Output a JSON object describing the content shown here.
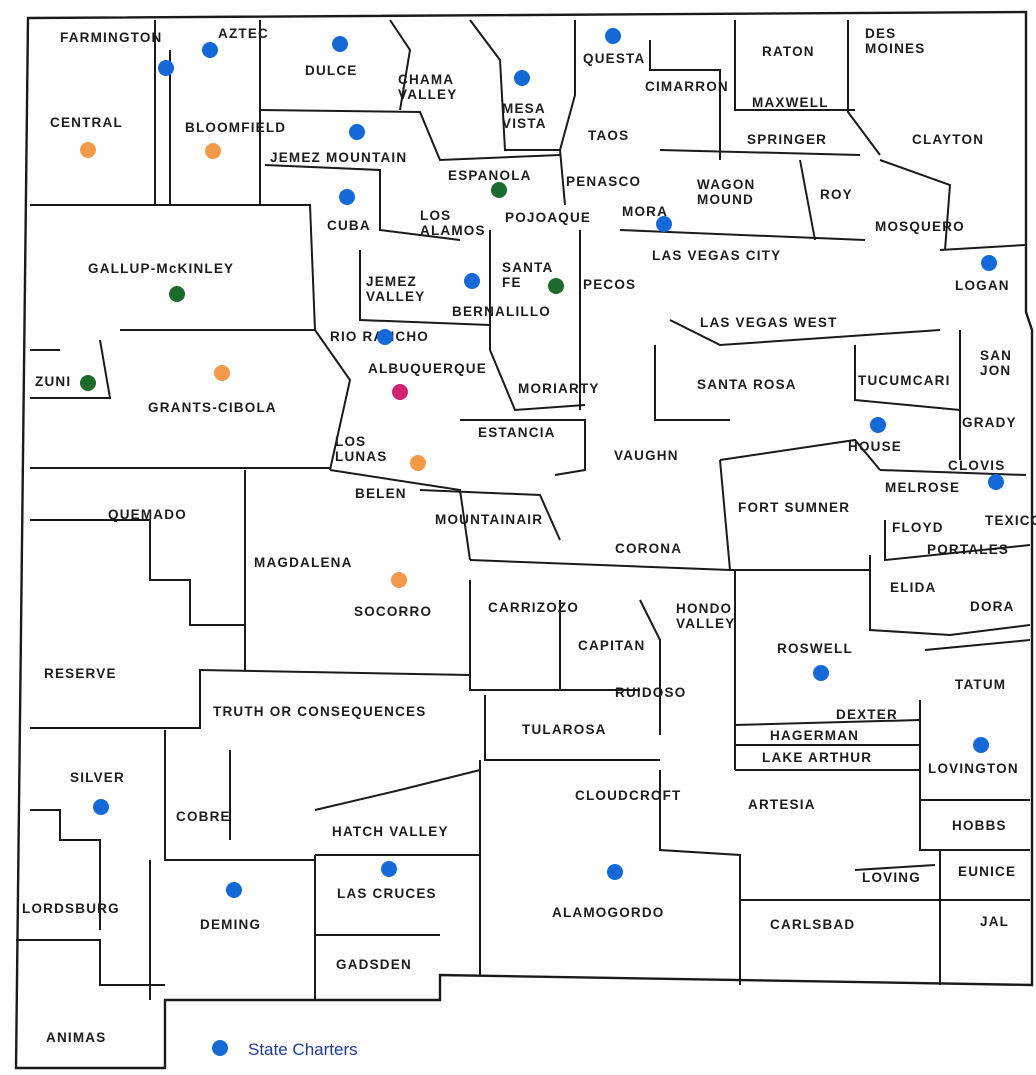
{
  "colors": {
    "state_charter": "#1469d6",
    "green": "#1c6b2c",
    "orange": "#f39a4a",
    "magenta": "#d2216e",
    "line": "#1a1a1a",
    "legend_text": "#1f3a93"
  },
  "legend": {
    "state_charters_label": "State Charters"
  },
  "districts": [
    {
      "id": "farmington",
      "label": "FARMINGTON"
    },
    {
      "id": "aztec",
      "label": "AZTEC"
    },
    {
      "id": "dulce",
      "label": "DULCE"
    },
    {
      "id": "questa",
      "label": "QUESTA"
    },
    {
      "id": "raton",
      "label": "RATON"
    },
    {
      "id": "des-moines",
      "label": "DES MOINES"
    },
    {
      "id": "chama-valley",
      "label": "CHAMA VALLEY"
    },
    {
      "id": "mesa-vista",
      "label": "MESA VISTA"
    },
    {
      "id": "cimarron",
      "label": "CIMARRON"
    },
    {
      "id": "maxwell",
      "label": "MAXWELL"
    },
    {
      "id": "central",
      "label": "CENTRAL"
    },
    {
      "id": "bloomfield",
      "label": "BLOOMFIELD"
    },
    {
      "id": "jemez-mountain",
      "label": "JEMEZ MOUNTAIN"
    },
    {
      "id": "taos",
      "label": "TAOS"
    },
    {
      "id": "springer",
      "label": "SPRINGER"
    },
    {
      "id": "clayton",
      "label": "CLAYTON"
    },
    {
      "id": "espanola",
      "label": "ESPANOLA"
    },
    {
      "id": "penasco",
      "label": "PENASCO"
    },
    {
      "id": "wagon-mound",
      "label": "WAGON MOUND"
    },
    {
      "id": "roy",
      "label": "ROY"
    },
    {
      "id": "cuba",
      "label": "CUBA"
    },
    {
      "id": "los-alamos",
      "label": "LOS ALAMOS"
    },
    {
      "id": "pojoaque",
      "label": "POJOAQUE"
    },
    {
      "id": "mora",
      "label": "MORA"
    },
    {
      "id": "mosquero",
      "label": "MOSQUERO"
    },
    {
      "id": "las-vegas-city",
      "label": "LAS VEGAS CITY"
    },
    {
      "id": "gallup-mckinley",
      "label": "GALLUP-McKINLEY"
    },
    {
      "id": "jemez-valley",
      "label": "JEMEZ VALLEY"
    },
    {
      "id": "santa-fe",
      "label": "SANTA FE"
    },
    {
      "id": "pecos",
      "label": "PECOS"
    },
    {
      "id": "logan",
      "label": "LOGAN"
    },
    {
      "id": "bernalillo",
      "label": "BERNALILLO"
    },
    {
      "id": "las-vegas-west",
      "label": "LAS VEGAS WEST"
    },
    {
      "id": "rio-rancho",
      "label": "RIO RANCHO"
    },
    {
      "id": "san-jon",
      "label": "SAN JON"
    },
    {
      "id": "albuquerque",
      "label": "ALBUQUERQUE"
    },
    {
      "id": "zuni",
      "label": "ZUNI"
    },
    {
      "id": "moriarty",
      "label": "MORIARTY"
    },
    {
      "id": "santa-rosa",
      "label": "SANTA ROSA"
    },
    {
      "id": "tucumcari",
      "label": "TUCUMCARI"
    },
    {
      "id": "grants-cibola",
      "label": "GRANTS-CIBOLA"
    },
    {
      "id": "grady",
      "label": "GRADY"
    },
    {
      "id": "estancia",
      "label": "ESTANCIA"
    },
    {
      "id": "los-lunas",
      "label": "LOS LUNAS"
    },
    {
      "id": "house",
      "label": "HOUSE"
    },
    {
      "id": "vaughn",
      "label": "VAUGHN"
    },
    {
      "id": "clovis",
      "label": "CLOVIS"
    },
    {
      "id": "belen",
      "label": "BELEN"
    },
    {
      "id": "melrose",
      "label": "MELROSE"
    },
    {
      "id": "quemado",
      "label": "QUEMADO"
    },
    {
      "id": "fort-sumner",
      "label": "FORT SUMNER"
    },
    {
      "id": "mountainair",
      "label": "MOUNTAINAIR"
    },
    {
      "id": "texico",
      "label": "TEXICO"
    },
    {
      "id": "floyd",
      "label": "FLOYD"
    },
    {
      "id": "corona",
      "label": "CORONA"
    },
    {
      "id": "portales",
      "label": "PORTALES"
    },
    {
      "id": "magdalena",
      "label": "MAGDALENA"
    },
    {
      "id": "elida",
      "label": "ELIDA"
    },
    {
      "id": "hondo-valley",
      "label": "HONDO VALLEY"
    },
    {
      "id": "carrizozo",
      "label": "CARRIZOZO"
    },
    {
      "id": "socorro",
      "label": "SOCORRO"
    },
    {
      "id": "dora",
      "label": "DORA"
    },
    {
      "id": "capitan",
      "label": "CAPITAN"
    },
    {
      "id": "roswell",
      "label": "ROSWELL"
    },
    {
      "id": "reserve",
      "label": "RESERVE"
    },
    {
      "id": "tatum",
      "label": "TATUM"
    },
    {
      "id": "ruidoso",
      "label": "RUIDOSO"
    },
    {
      "id": "truth-or-consequences",
      "label": "TRUTH OR CONSEQUENCES"
    },
    {
      "id": "dexter",
      "label": "DEXTER"
    },
    {
      "id": "tularosa",
      "label": "TULAROSA"
    },
    {
      "id": "hagerman",
      "label": "HAGERMAN"
    },
    {
      "id": "lake-arthur",
      "label": "LAKE ARTHUR"
    },
    {
      "id": "lovington",
      "label": "LOVINGTON"
    },
    {
      "id": "silver",
      "label": "SILVER"
    },
    {
      "id": "cloudcroft",
      "label": "CLOUDCROFT"
    },
    {
      "id": "artesia",
      "label": "ARTESIA"
    },
    {
      "id": "cobre",
      "label": "COBRE"
    },
    {
      "id": "hobbs",
      "label": "HOBBS"
    },
    {
      "id": "hatch-valley",
      "label": "HATCH VALLEY"
    },
    {
      "id": "eunice",
      "label": "EUNICE"
    },
    {
      "id": "loving",
      "label": "LOVING"
    },
    {
      "id": "las-cruces",
      "label": "LAS CRUCES"
    },
    {
      "id": "alamogordo",
      "label": "ALAMOGORDO"
    },
    {
      "id": "lordsburg",
      "label": "LORDSBURG"
    },
    {
      "id": "deming",
      "label": "DEMING"
    },
    {
      "id": "carlsbad",
      "label": "CARLSBAD"
    },
    {
      "id": "jal",
      "label": "JAL"
    },
    {
      "id": "gadsden",
      "label": "GADSDEN"
    },
    {
      "id": "animas",
      "label": "ANIMAS"
    }
  ]
}
